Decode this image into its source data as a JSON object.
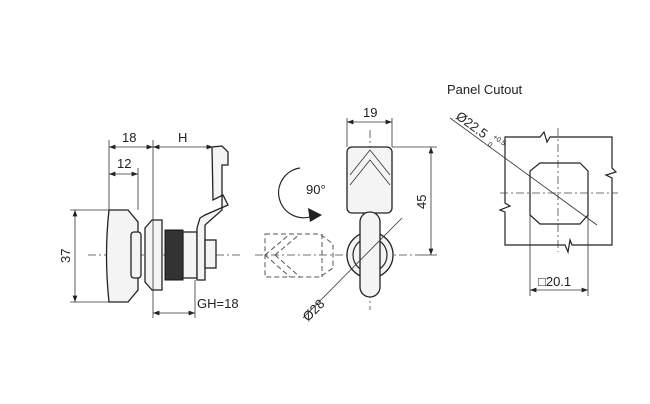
{
  "side_view": {
    "dim_overall": "18",
    "dim_knob": "12",
    "dim_height": "H",
    "dim_diameter": "37",
    "dim_grip": "GH=18"
  },
  "front_view": {
    "dim_width": "19",
    "dim_length": "45",
    "dim_nut": "Ø28",
    "rotation": "90°"
  },
  "panel_cutout": {
    "title": "Panel Cutout",
    "dim_diameter": "Ø22.5",
    "tol_upper": "+0.5",
    "tol_lower": "0",
    "dim_square": "□20.1"
  }
}
